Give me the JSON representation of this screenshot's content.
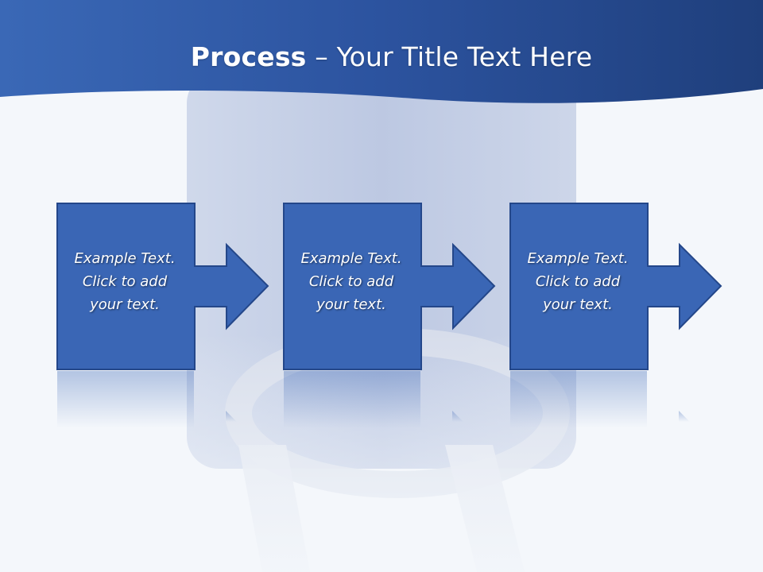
{
  "slide": {
    "title_bold": "Process",
    "title_rest": " – Your Title Text Here"
  },
  "steps": [
    {
      "lines": [
        "Example Text.",
        "Click  to add",
        "your text."
      ]
    },
    {
      "lines": [
        "Example Text.",
        "Click  to add",
        "your text."
      ]
    },
    {
      "lines": [
        "Example Text.",
        "Click  to add",
        "your text."
      ]
    }
  ],
  "colors": {
    "banner": "#2f5ba8",
    "box_fill": "#3a66b5",
    "box_border": "#24478a",
    "background": "#f4f7fb"
  }
}
